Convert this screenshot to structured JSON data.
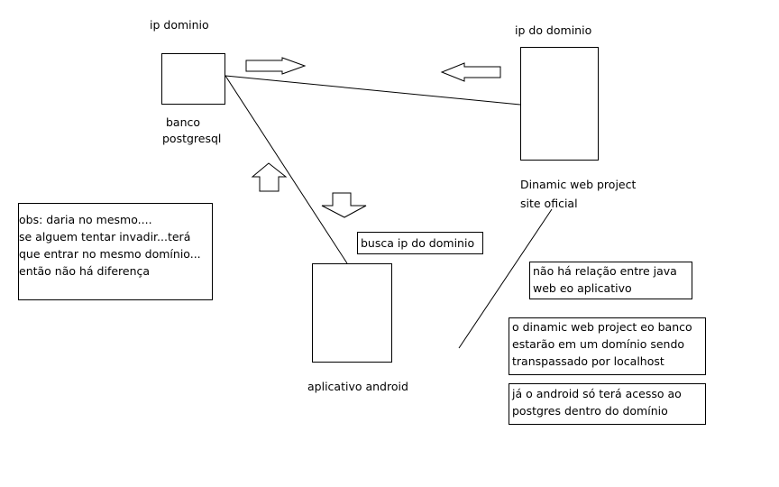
{
  "labels": {
    "ip_dominio": "ip dominio",
    "banco_line1": "banco",
    "banco_line2": "postgresql",
    "ip_do_dominio": "ip do dominio",
    "dinamic_line1": "Dinamic web project",
    "dinamic_line2": "site oficial",
    "aplicativo": "aplicativo android"
  },
  "notes": {
    "obs": [
      "obs: daria no mesmo....",
      "se alguem tentar invadir...terá",
      "que entrar no mesmo domínio...",
      "então não há diferença"
    ],
    "busca": "busca ip do dominio",
    "relacao": [
      "não há relação entre java",
      "web eo aplicativo"
    ],
    "dinamic_banco": [
      "o dinamic web project eo banco",
      "estarão em um domínio sendo",
      "transpassado por localhost"
    ],
    "android": [
      "já o android só terá acesso ao",
      "postgres dentro do domínio"
    ]
  }
}
